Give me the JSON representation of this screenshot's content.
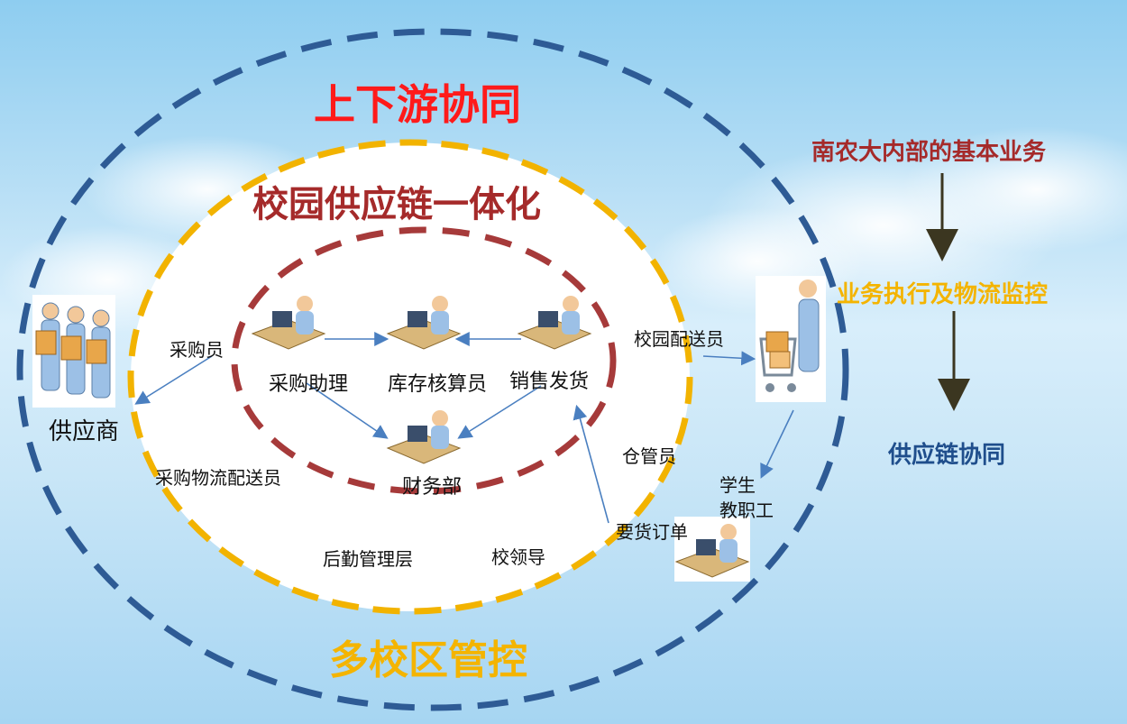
{
  "titles": {
    "outer": "上下游协同",
    "middle": "校园供应链一体化",
    "bottom": "多校区管控"
  },
  "flow": {
    "step1": "南农大内部的基本业务",
    "step2": "业务执行及物流监控",
    "step3": "供应链协同"
  },
  "nodes": {
    "supplier": "供应商",
    "purchase_assistant": "采购助理",
    "inventory_accountant": "库存核算员",
    "sales_shipping": "销售发货",
    "finance": "财务部",
    "campus_courier": "校园配送员",
    "student": "学生",
    "staff": "教职工",
    "warehouse_keeper": "仓管员",
    "order": "要货订单",
    "buyer": "采购员",
    "purchase_logistics": "采购物流配送员",
    "logistics_mgmt": "后勤管理层",
    "school_leader": "校领导"
  },
  "colors": {
    "outer_ring": "#2e5b95",
    "middle_ring": "#f2b300",
    "inner_ring": "#a63a3a",
    "red_title": "#ff1a1a",
    "brown_title": "#a52a2a",
    "yellow_title": "#f4b400",
    "blue_title": "#1f4e8c",
    "arrow_blue": "#4a7fc0",
    "arrow_dark": "#3b3620"
  }
}
